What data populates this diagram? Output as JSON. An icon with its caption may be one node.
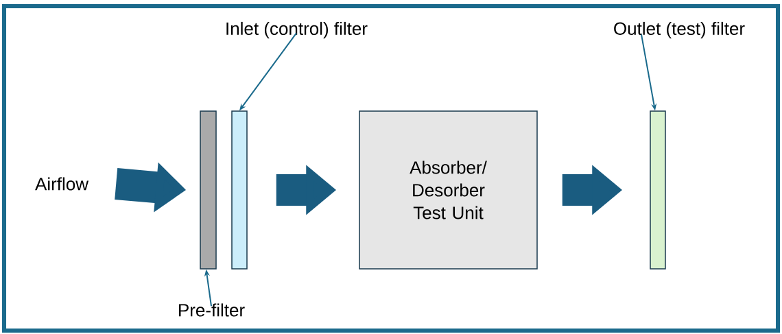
{
  "diagram": {
    "nodes": [
      {
        "text": [
          "Inlet (control) filter"
        ]
      },
      {
        "text": [
          "Outlet (test) filter"
        ]
      },
      {
        "text": [
          "Airflow"
        ]
      },
      {
        "text": [],
        "shape": "bar"
      },
      {
        "text": [],
        "shape": "bar"
      },
      {
        "text": [
          "Absorber/ Desorber Test Unit"
        ]
      },
      {
        "text": [],
        "shape": "bar"
      },
      {
        "text": [
          "Pre-filter"
        ]
      }
    ],
    "edges": [
      {
        "from": 2,
        "to": 3,
        "arrow": "to",
        "style": "thick"
      },
      {
        "from": 4,
        "to": 5,
        "arrow": "to",
        "style": "thick"
      },
      {
        "from": 5,
        "to": 6,
        "arrow": "to",
        "style": "thick"
      },
      {
        "from": 0,
        "to": 4,
        "arrow": "to"
      },
      {
        "from": 1,
        "to": 6,
        "arrow": "to"
      },
      {
        "from": 7,
        "to": 3,
        "arrow": "to"
      }
    ]
  }
}
